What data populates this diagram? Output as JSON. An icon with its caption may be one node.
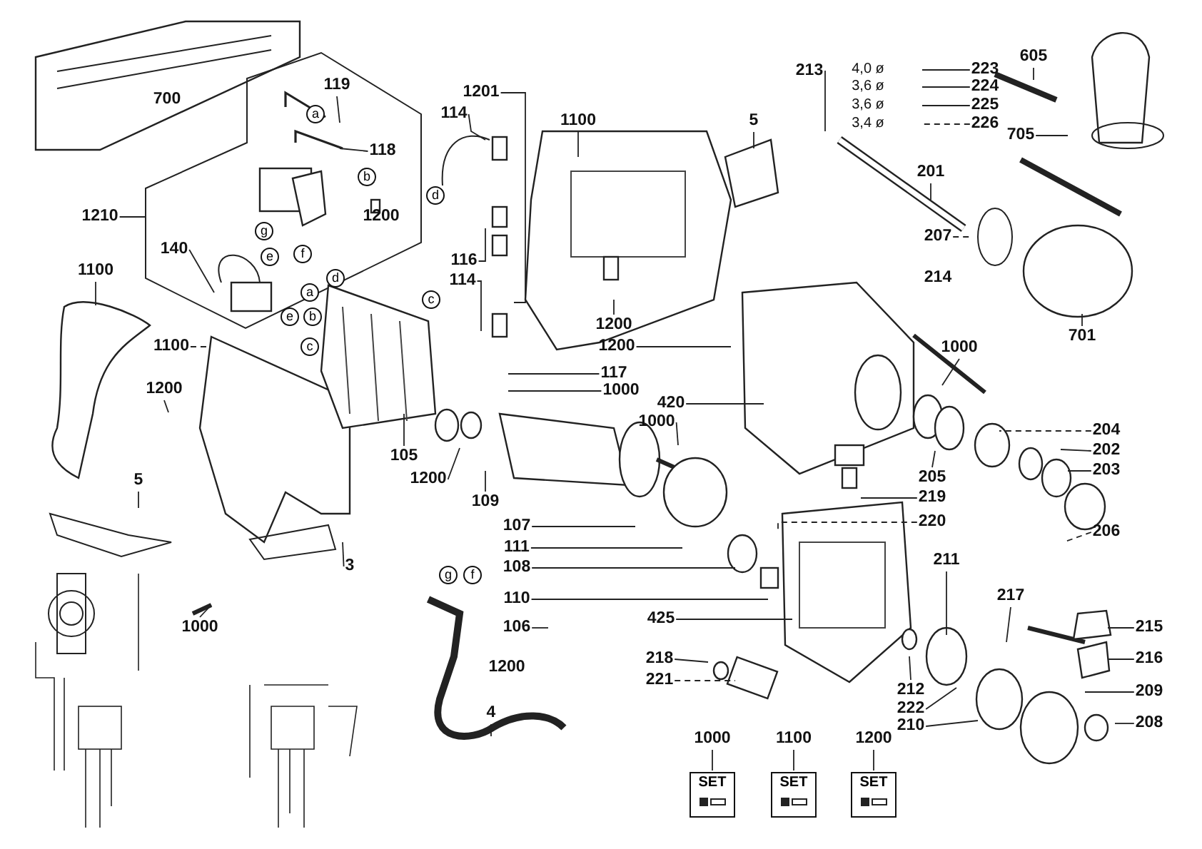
{
  "diagram": {
    "nodes": [
      {
        "text": [
          "119"
        ]
      },
      {
        "text": [
          "118"
        ]
      },
      {
        "text": [
          "1210"
        ]
      },
      {
        "text": [
          "140"
        ]
      },
      {
        "text": [
          "1100"
        ]
      },
      {
        "text": [
          "1100"
        ]
      },
      {
        "text": [
          "1200"
        ]
      },
      {
        "text": [
          "1201"
        ]
      },
      {
        "text": [
          "114"
        ]
      },
      {
        "text": [
          "116"
        ]
      },
      {
        "text": [
          "114"
        ]
      },
      {
        "text": [
          "1100"
        ]
      },
      {
        "text": [
          "5"
        ]
      },
      {
        "text": [
          "213"
        ]
      },
      {
        "text": [
          "223"
        ]
      },
      {
        "text": [
          "224"
        ]
      },
      {
        "text": [
          "225"
        ]
      },
      {
        "text": [
          "226"
        ]
      },
      {
        "text": [
          "201"
        ]
      },
      {
        "text": [
          "605"
        ]
      },
      {
        "text": [
          "705"
        ]
      },
      {
        "text": [
          "207"
        ]
      },
      {
        "text": [
          "214"
        ]
      },
      {
        "text": [
          "701"
        ]
      },
      {
        "text": [
          "1200"
        ]
      },
      {
        "text": [
          "1200"
        ]
      },
      {
        "text": [
          "117"
        ]
      },
      {
        "text": [
          "1000"
        ]
      },
      {
        "text": [
          "1000"
        ]
      },
      {
        "text": [
          "420"
        ]
      },
      {
        "text": [
          "1000"
        ]
      },
      {
        "text": [
          "1200"
        ]
      },
      {
        "text": [
          "105"
        ]
      },
      {
        "text": [
          "109"
        ]
      },
      {
        "text": [
          "107"
        ]
      },
      {
        "text": [
          "111"
        ]
      },
      {
        "text": [
          "108"
        ]
      },
      {
        "text": [
          "110"
        ]
      },
      {
        "text": [
          "106"
        ]
      },
      {
        "text": [
          "5"
        ]
      },
      {
        "text": [
          "3"
        ]
      },
      {
        "text": [
          "1000"
        ]
      },
      {
        "text": [
          "4"
        ]
      },
      {
        "text": [
          "204"
        ]
      },
      {
        "text": [
          "202"
        ]
      },
      {
        "text": [
          "203"
        ]
      },
      {
        "text": [
          "205"
        ]
      },
      {
        "text": [
          "206"
        ]
      },
      {
        "text": [
          "219"
        ]
      },
      {
        "text": [
          "220"
        ]
      },
      {
        "text": [
          "211"
        ]
      },
      {
        "text": [
          "217"
        ]
      },
      {
        "text": [
          "215"
        ]
      },
      {
        "text": [
          "216"
        ]
      },
      {
        "text": [
          "209"
        ]
      },
      {
        "text": [
          "208"
        ]
      },
      {
        "text": [
          "212"
        ]
      },
      {
        "text": [
          "222"
        ]
      },
      {
        "text": [
          "210"
        ]
      },
      {
        "text": [
          "425"
        ]
      },
      {
        "text": [
          "218"
        ]
      },
      {
        "text": [
          "221"
        ]
      },
      {
        "text": [
          "1000"
        ]
      },
      {
        "text": [
          "1100"
        ]
      },
      {
        "text": [
          "1200"
        ]
      },
      {
        "text": [
          "SET"
        ]
      },
      {
        "text": [
          "SET"
        ]
      },
      {
        "text": [
          "SET"
        ]
      }
    ],
    "edges": [
      {
        "from": 0,
        "to": null,
        "arrow": "none"
      },
      {
        "from": 1,
        "to": null,
        "arrow": "none"
      },
      {
        "from": 2,
        "to": null,
        "arrow": "none"
      },
      {
        "from": 3,
        "to": null,
        "arrow": "none"
      },
      {
        "from": 4,
        "to": null,
        "arrow": "none"
      },
      {
        "from": 5,
        "to": null,
        "arrow": "none",
        "style": "dashed"
      },
      {
        "from": 6,
        "to": null,
        "arrow": "none"
      },
      {
        "from": 7,
        "to": null,
        "arrow": "none"
      },
      {
        "from": 8,
        "to": null,
        "arrow": "none"
      },
      {
        "from": 9,
        "to": null,
        "arrow": "none"
      },
      {
        "from": 10,
        "to": null,
        "arrow": "none"
      },
      {
        "from": 11,
        "to": null,
        "arrow": "none"
      },
      {
        "from": 12,
        "to": null,
        "arrow": "none"
      },
      {
        "from": 13,
        "to": null,
        "arrow": "none"
      },
      {
        "from": 14,
        "to": null,
        "arrow": "none"
      },
      {
        "from": 15,
        "to": null,
        "arrow": "none"
      },
      {
        "from": 16,
        "to": null,
        "arrow": "none"
      },
      {
        "from": 17,
        "to": null,
        "arrow": "none",
        "style": "dashed"
      },
      {
        "from": 18,
        "to": null,
        "arrow": "none"
      },
      {
        "from": 19,
        "to": null,
        "arrow": "none"
      },
      {
        "from": 20,
        "to": null,
        "arrow": "none"
      },
      {
        "from": 21,
        "to": null,
        "arrow": "none",
        "style": "dashed"
      },
      {
        "from": 23,
        "to": null,
        "arrow": "none"
      },
      {
        "from": 24,
        "to": null,
        "arrow": "none"
      },
      {
        "from": 25,
        "to": null,
        "arrow": "none"
      },
      {
        "from": 26,
        "to": null,
        "arrow": "none"
      },
      {
        "from": 27,
        "to": null,
        "arrow": "none"
      },
      {
        "from": 28,
        "to": null,
        "arrow": "none"
      },
      {
        "from": 29,
        "to": null,
        "arrow": "none"
      },
      {
        "from": 30,
        "to": null,
        "arrow": "none"
      },
      {
        "from": 31,
        "to": null,
        "arrow": "none"
      },
      {
        "from": 32,
        "to": null,
        "arrow": "none"
      },
      {
        "from": 33,
        "to": null,
        "arrow": "none"
      },
      {
        "from": 34,
        "to": null,
        "arrow": "none"
      },
      {
        "from": 35,
        "to": null,
        "arrow": "none"
      },
      {
        "from": 36,
        "to": null,
        "arrow": "none"
      },
      {
        "from": 37,
        "to": null,
        "arrow": "none"
      },
      {
        "from": 38,
        "to": null,
        "arrow": "none"
      },
      {
        "from": 39,
        "to": null,
        "arrow": "none"
      },
      {
        "from": 40,
        "to": null,
        "arrow": "none"
      },
      {
        "from": 41,
        "to": null,
        "arrow": "none"
      },
      {
        "from": 42,
        "to": null,
        "arrow": "none"
      },
      {
        "from": 43,
        "to": null,
        "arrow": "none",
        "style": "dashed"
      },
      {
        "from": 44,
        "to": null,
        "arrow": "none"
      },
      {
        "from": 45,
        "to": null,
        "arrow": "none"
      },
      {
        "from": 46,
        "to": null,
        "arrow": "none"
      },
      {
        "from": 47,
        "to": null,
        "arrow": "none",
        "style": "dashed"
      },
      {
        "from": 48,
        "to": null,
        "arrow": "none"
      },
      {
        "from": 49,
        "to": null,
        "arrow": "none",
        "style": "dashed"
      },
      {
        "from": 50,
        "to": null,
        "arrow": "none"
      },
      {
        "from": 51,
        "to": null,
        "arrow": "none"
      },
      {
        "from": 52,
        "to": null,
        "arrow": "none"
      },
      {
        "from": 53,
        "to": null,
        "arrow": "none"
      },
      {
        "from": 54,
        "to": null,
        "arrow": "none"
      },
      {
        "from": 55,
        "to": null,
        "arrow": "none"
      },
      {
        "from": 56,
        "to": null,
        "arrow": "none"
      },
      {
        "from": 57,
        "to": null,
        "arrow": "none"
      },
      {
        "from": 58,
        "to": null,
        "arrow": "none"
      },
      {
        "from": 59,
        "to": null,
        "arrow": "none"
      },
      {
        "from": 60,
        "to": null,
        "arrow": "none"
      },
      {
        "from": 61,
        "to": null,
        "arrow": "none",
        "style": "dashed"
      },
      {
        "from": 62,
        "to": 65,
        "arrow": "none"
      },
      {
        "from": 63,
        "to": 66,
        "arrow": "none"
      },
      {
        "from": 64,
        "to": 67,
        "arrow": "none"
      }
    ],
    "labels": [
      "4,0 ø",
      "3,6 ø",
      "3,6 ø",
      "3,4 ø",
      "700",
      "a",
      "b",
      "1200",
      "g",
      "f",
      "e",
      "d",
      "d",
      "a",
      "e",
      "b",
      "c",
      "c",
      "1200",
      "g",
      "f"
    ]
  }
}
